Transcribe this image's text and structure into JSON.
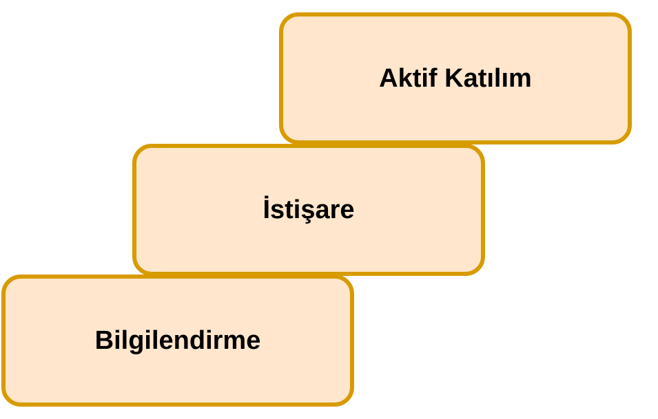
{
  "diagram": {
    "steps": [
      {
        "label": "Aktif Katılım"
      },
      {
        "label": "İstişare"
      },
      {
        "label": "Bilgilendirme"
      }
    ],
    "colors": {
      "box_fill": "#ffe6cc",
      "box_border": "#d79b00",
      "text": "#000000",
      "background": "#ffffff"
    }
  }
}
